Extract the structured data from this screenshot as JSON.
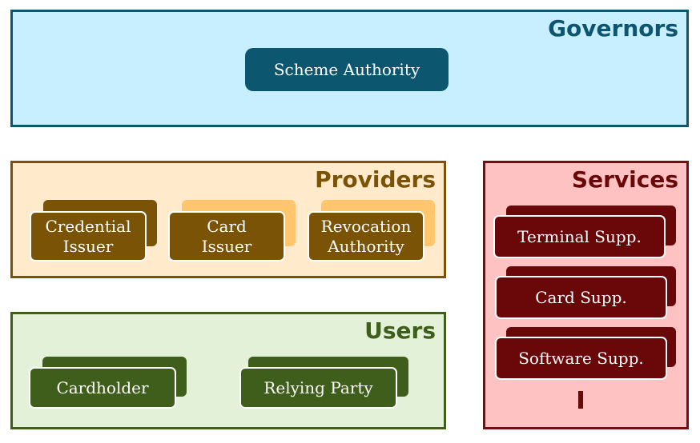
{
  "governors": {
    "title": "Governors",
    "items": [
      {
        "label": "Scheme Authority"
      }
    ]
  },
  "providers": {
    "title": "Providers",
    "items": [
      {
        "line1": "Credential",
        "line2": "Issuer"
      },
      {
        "line1": "Card",
        "line2": "Issuer"
      },
      {
        "line1": "Revocation",
        "line2": "Authority"
      }
    ]
  },
  "users": {
    "title": "Users",
    "items": [
      {
        "label": "Cardholder"
      },
      {
        "label": "Relying Party"
      }
    ]
  },
  "services": {
    "title": "Services",
    "items": [
      {
        "label": "Terminal Supp."
      },
      {
        "label": "Card Supp."
      },
      {
        "label": "Software Supp."
      }
    ]
  },
  "colors": {
    "governors": "#0e5570",
    "governors_bg": "#c8efff",
    "providers": "#7a5306",
    "providers_bg": "#ffebcc",
    "providers_accent": "#ffc66e",
    "users": "#3f5d1b",
    "users_bg": "#e2f1d7",
    "services": "#6a0709",
    "services_bg": "#ffc2c2"
  }
}
